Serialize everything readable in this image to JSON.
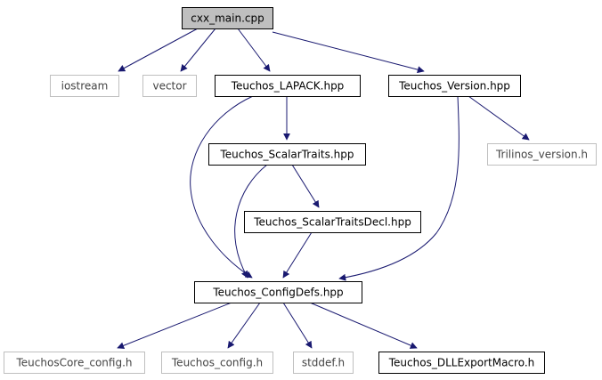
{
  "diagram": {
    "title": "",
    "colors": {
      "edge": "#191970",
      "root_fill": "#bfbfbf",
      "root_stroke": "#000000",
      "internal_stroke": "#000000",
      "external_stroke": "#bfbfbf",
      "node_fill": "#ffffff"
    },
    "nodes": [
      {
        "id": "cxx_main",
        "label": "cxx_main.cpp",
        "kind": "root"
      },
      {
        "id": "iostream",
        "label": "iostream",
        "kind": "external"
      },
      {
        "id": "vector",
        "label": "vector",
        "kind": "external"
      },
      {
        "id": "teuchos_lapack",
        "label": "Teuchos_LAPACK.hpp",
        "kind": "internal"
      },
      {
        "id": "teuchos_version",
        "label": "Teuchos_Version.hpp",
        "kind": "internal"
      },
      {
        "id": "trilinos_version",
        "label": "Trilinos_version.h",
        "kind": "external"
      },
      {
        "id": "teuchos_scalartraits",
        "label": "Teuchos_ScalarTraits.hpp",
        "kind": "internal"
      },
      {
        "id": "teuchos_scalartraitsdecl",
        "label": "Teuchos_ScalarTraitsDecl.hpp",
        "kind": "internal"
      },
      {
        "id": "teuchos_configdefs",
        "label": "Teuchos_ConfigDefs.hpp",
        "kind": "internal"
      },
      {
        "id": "teuchoscore_config",
        "label": "TeuchosCore_config.h",
        "kind": "external"
      },
      {
        "id": "teuchos_config",
        "label": "Teuchos_config.h",
        "kind": "external"
      },
      {
        "id": "stddef",
        "label": "stddef.h",
        "kind": "external"
      },
      {
        "id": "teuchos_dllexport",
        "label": "Teuchos_DLLExportMacro.h",
        "kind": "internal"
      }
    ],
    "edges": [
      {
        "from": "cxx_main",
        "to": "iostream"
      },
      {
        "from": "cxx_main",
        "to": "vector"
      },
      {
        "from": "cxx_main",
        "to": "teuchos_lapack"
      },
      {
        "from": "cxx_main",
        "to": "teuchos_version"
      },
      {
        "from": "teuchos_lapack",
        "to": "teuchos_scalartraits"
      },
      {
        "from": "teuchos_lapack",
        "to": "teuchos_configdefs"
      },
      {
        "from": "teuchos_version",
        "to": "trilinos_version"
      },
      {
        "from": "teuchos_version",
        "to": "teuchos_configdefs"
      },
      {
        "from": "teuchos_scalartraits",
        "to": "teuchos_scalartraitsdecl"
      },
      {
        "from": "teuchos_scalartraits",
        "to": "teuchos_configdefs"
      },
      {
        "from": "teuchos_scalartraitsdecl",
        "to": "teuchos_configdefs"
      },
      {
        "from": "teuchos_configdefs",
        "to": "teuchoscore_config"
      },
      {
        "from": "teuchos_configdefs",
        "to": "teuchos_config"
      },
      {
        "from": "teuchos_configdefs",
        "to": "stddef"
      },
      {
        "from": "teuchos_configdefs",
        "to": "teuchos_dllexport"
      }
    ]
  }
}
